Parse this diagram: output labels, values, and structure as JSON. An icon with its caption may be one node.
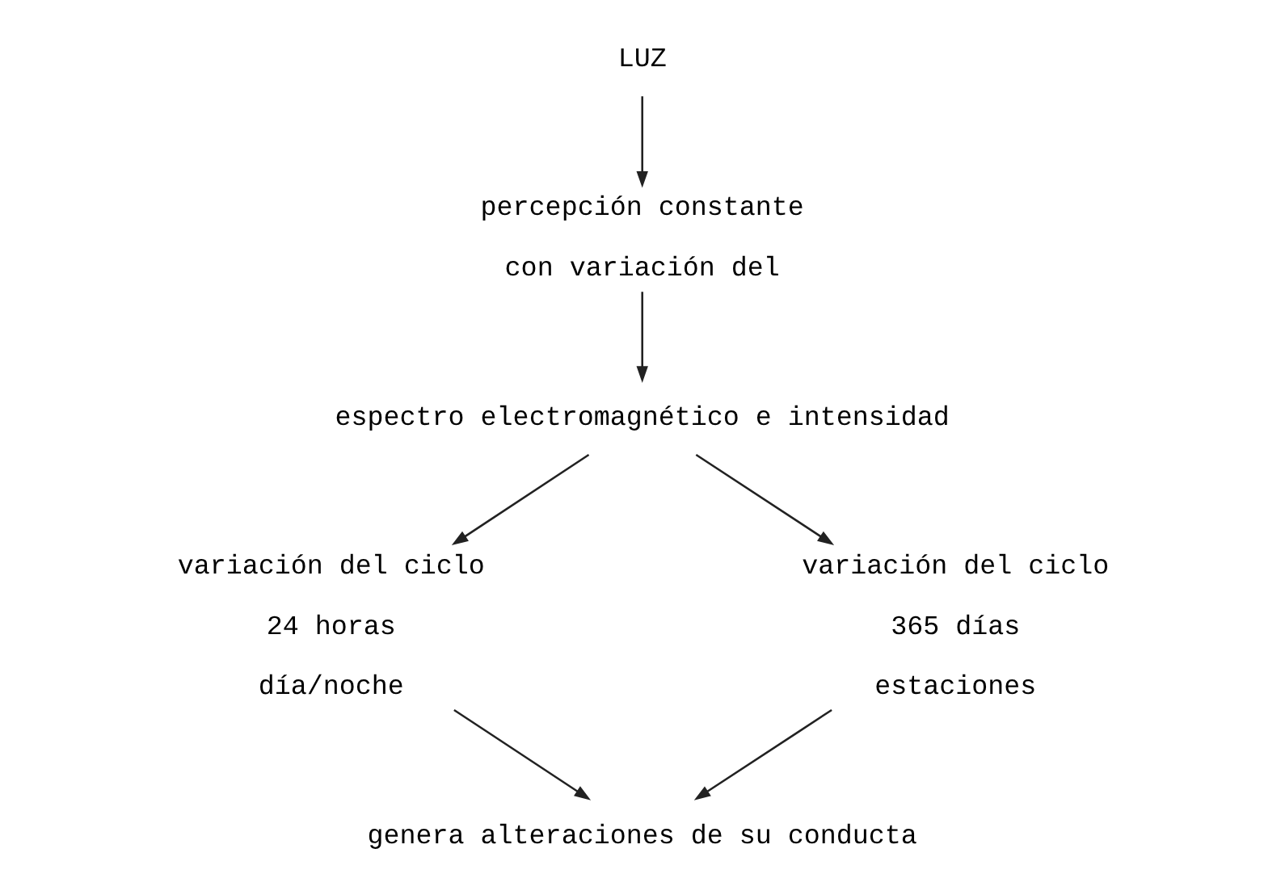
{
  "diagram": {
    "nodes": [
      {
        "text": [
          "LUZ"
        ]
      },
      {
        "text": [
          "percepción constante",
          "con variación del"
        ]
      },
      {
        "text": [
          "espectro electromagnético e intensidad"
        ]
      },
      {
        "text": [
          "variación del ciclo",
          "24 horas",
          "día/noche"
        ]
      },
      {
        "text": [
          "variación del ciclo",
          "365 días",
          "estaciones"
        ]
      },
      {
        "text": [
          "genera alteraciones de su conducta"
        ]
      }
    ],
    "edges": [
      {
        "from": 0,
        "to": 1,
        "arrow": "to"
      },
      {
        "from": 1,
        "to": 2,
        "arrow": "to"
      },
      {
        "from": 2,
        "to": 3,
        "arrow": "to"
      },
      {
        "from": 2,
        "to": 4,
        "arrow": "to"
      },
      {
        "from": 3,
        "to": 5,
        "arrow": "to"
      },
      {
        "from": 4,
        "to": 5,
        "arrow": "to"
      }
    ]
  }
}
